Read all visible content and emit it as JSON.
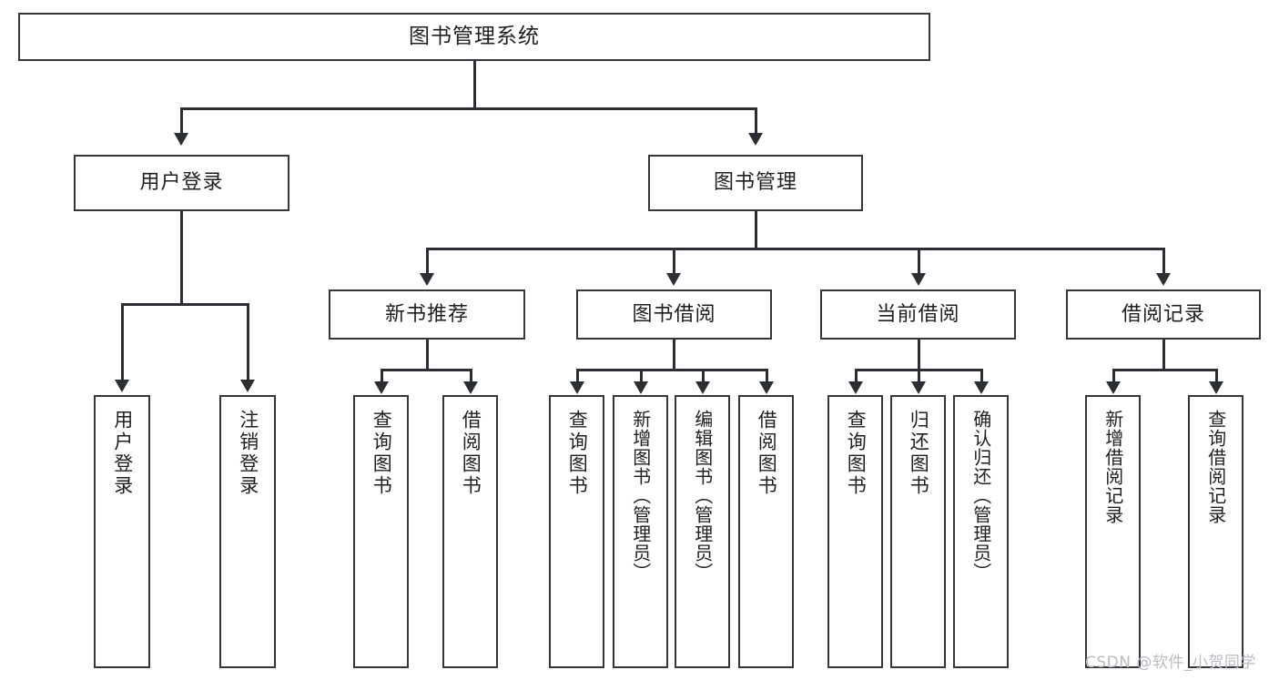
{
  "diagram": {
    "type": "tree-hierarchy",
    "title": "图书管理系统",
    "root": {
      "id": "root",
      "label": "图书管理系统"
    },
    "level2": [
      {
        "id": "user-login",
        "label": "用户登录"
      },
      {
        "id": "book-manage",
        "label": "图书管理"
      }
    ],
    "level3": [
      {
        "id": "new-book-recommend",
        "label": "新书推荐",
        "parent": "book-manage"
      },
      {
        "id": "book-borrow",
        "label": "图书借阅",
        "parent": "book-manage"
      },
      {
        "id": "current-borrow",
        "label": "当前借阅",
        "parent": "book-manage"
      },
      {
        "id": "borrow-record",
        "label": "借阅记录",
        "parent": "book-manage"
      }
    ],
    "leaves": [
      {
        "id": "leaf-user-login",
        "label": "用户登录",
        "parent": "user-login"
      },
      {
        "id": "leaf-user-logout",
        "label": "注销登录",
        "parent": "user-login"
      },
      {
        "id": "leaf-query-book-1",
        "label": "查询图书",
        "parent": "new-book-recommend"
      },
      {
        "id": "leaf-borrow-book-1",
        "label": "借阅图书",
        "parent": "new-book-recommend"
      },
      {
        "id": "leaf-query-book-2",
        "label": "查询图书",
        "parent": "book-borrow"
      },
      {
        "id": "leaf-add-book",
        "label": "新增图书（管理员）",
        "parent": "book-borrow"
      },
      {
        "id": "leaf-edit-book",
        "label": "编辑图书（管理员）",
        "parent": "book-borrow"
      },
      {
        "id": "leaf-borrow-book-2",
        "label": "借阅图书",
        "parent": "book-borrow"
      },
      {
        "id": "leaf-query-book-3",
        "label": "查询图书",
        "parent": "current-borrow"
      },
      {
        "id": "leaf-return-book",
        "label": "归还图书",
        "parent": "current-borrow"
      },
      {
        "id": "leaf-confirm-return",
        "label": "确认归还（管理员）",
        "parent": "current-borrow"
      },
      {
        "id": "leaf-add-record",
        "label": "新增借阅记录",
        "parent": "borrow-record"
      },
      {
        "id": "leaf-query-record",
        "label": "查询借阅记录",
        "parent": "borrow-record"
      }
    ],
    "colors": {
      "stroke": "#33373b",
      "background": "#ffffff",
      "text": "#1d1f21",
      "watermark": "#b9bcc0"
    }
  },
  "watermark": {
    "text": "CSDN @软件_小贺同学"
  }
}
